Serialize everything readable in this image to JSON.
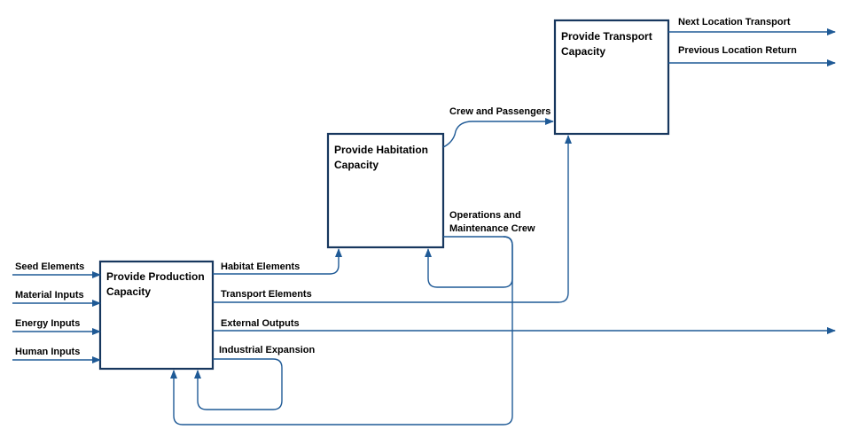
{
  "colors": {
    "box_stroke": "#17375e",
    "arrow": "#1f5a96",
    "text": "#000000",
    "background": "#ffffff"
  },
  "boxes": {
    "production": {
      "line1": "Provide Production",
      "line2": "Capacity"
    },
    "habitation": {
      "line1": "Provide Habitation",
      "line2": "Capacity"
    },
    "transport": {
      "line1": "Provide Transport",
      "line2": "Capacity"
    }
  },
  "inputs": {
    "seed": "Seed Elements",
    "material": "Material Inputs",
    "energy": "Energy Inputs",
    "human": "Human Inputs"
  },
  "production_outputs": {
    "habitat": "Habitat Elements",
    "transport": "Transport Elements",
    "external": "External Outputs",
    "industrial": "Industrial Expansion"
  },
  "habitation_outputs": {
    "crew": "Crew and Passengers",
    "ops_line1": "Operations and",
    "ops_line2": "Maintenance Crew"
  },
  "transport_outputs": {
    "next": "Next Location Transport",
    "previous": "Previous Location Return"
  }
}
